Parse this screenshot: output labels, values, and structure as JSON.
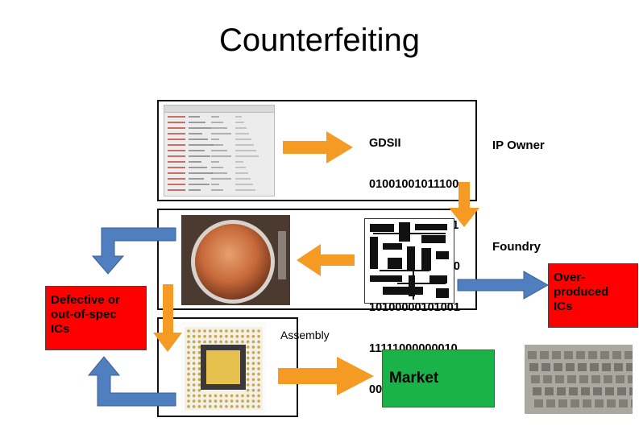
{
  "slide": {
    "title": "Counterfeiting",
    "gdsii_lines": [
      "GDSII",
      "01001001011100",
      "10000100100111",
      "00010101010010",
      "10100000101001",
      "11111000000010",
      "001000011"
    ],
    "labels": {
      "ip_owner": "IP Owner",
      "foundry": "Foundry",
      "assembly": "Assembly",
      "market": "Market",
      "defective": "Defective or\nout-of-spec\nICs",
      "overproduced": "Over-\nproduced\nICs"
    },
    "colors": {
      "orange_arrow": "#f59a23",
      "blue_arrow": "#4f7fbf",
      "red_box": "#ff0000",
      "green_box": "#1ab34a"
    }
  }
}
